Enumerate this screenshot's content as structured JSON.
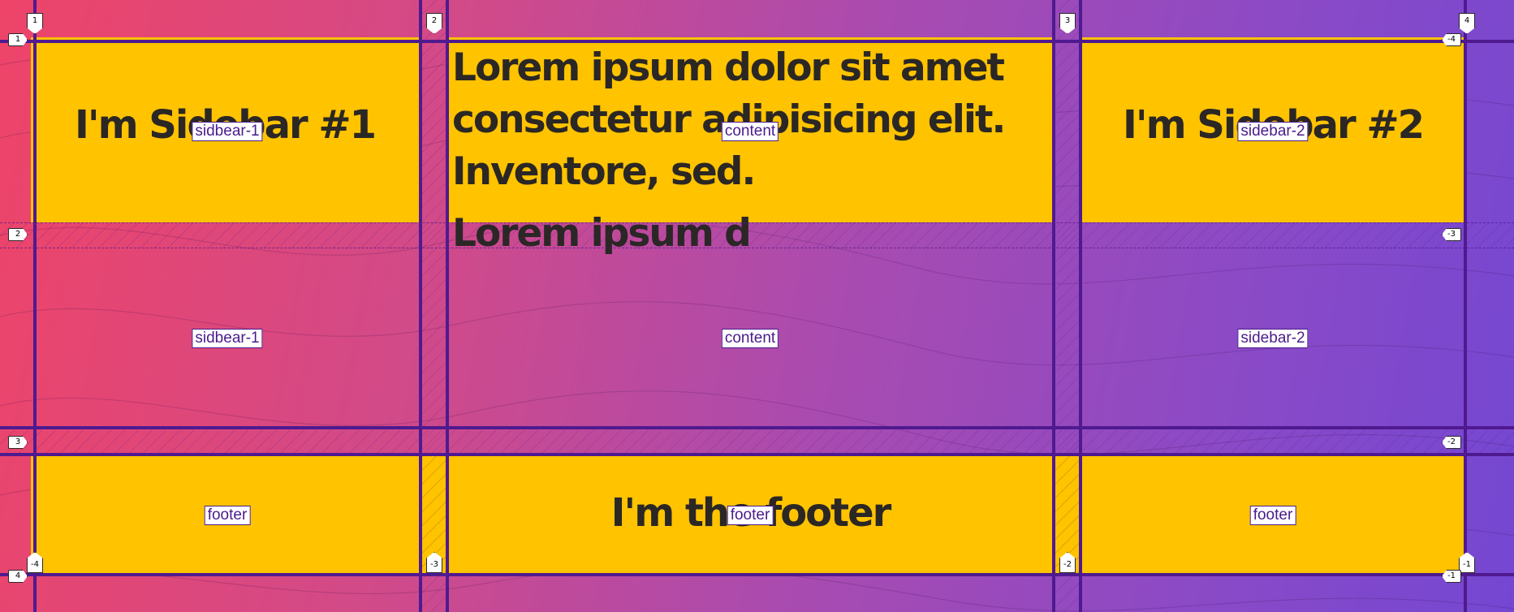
{
  "areas": {
    "sidebar1_heading": "I'm Sidebar #1",
    "sidebar2_heading": "I'm Sidebar #2",
    "content_text": "Lorem ipsum dolor sit amet consectetur adipisicing elit. Inventore, sed.",
    "content_overflow": "Lorem ipsum d",
    "footer_heading": "I'm the footer"
  },
  "labels": {
    "sidebar1": "sidbear-1",
    "content": "content",
    "sidebar2": "sidebar-2",
    "footer": "footer"
  },
  "column_tags": {
    "top": [
      "1",
      "2",
      "3",
      "4"
    ],
    "bottom": [
      "-4",
      "-3",
      "-2",
      "-1"
    ]
  },
  "row_tags": {
    "left": [
      "1",
      "2",
      "3",
      "4"
    ],
    "right": [
      "-4",
      "-3",
      "-2",
      "-1"
    ]
  },
  "colors": {
    "area_yellow": "#ffc300",
    "grid_line": "#4f1a8f",
    "text_dark": "#2b2725"
  }
}
